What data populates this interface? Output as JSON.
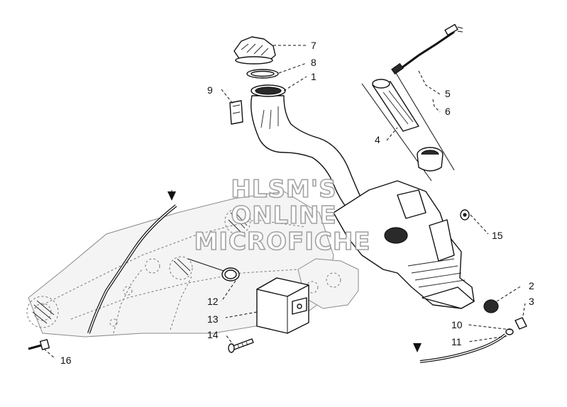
{
  "watermark": {
    "lines": [
      "HLSM'S",
      "ONLINE",
      "MICROFICHE"
    ],
    "color": "#9a9a9a"
  },
  "callouts": [
    {
      "id": "1",
      "text": "1"
    },
    {
      "id": "2",
      "text": "2"
    },
    {
      "id": "3",
      "text": "3"
    },
    {
      "id": "4",
      "text": "4"
    },
    {
      "id": "5",
      "text": "5"
    },
    {
      "id": "6",
      "text": "6"
    },
    {
      "id": "7",
      "text": "7"
    },
    {
      "id": "8",
      "text": "8"
    },
    {
      "id": "9",
      "text": "9"
    },
    {
      "id": "10",
      "text": "10"
    },
    {
      "id": "11",
      "text": "11"
    },
    {
      "id": "12",
      "text": "12"
    },
    {
      "id": "13",
      "text": "13"
    },
    {
      "id": "14",
      "text": "14"
    },
    {
      "id": "15",
      "text": "15"
    },
    {
      "id": "16",
      "text": "16"
    }
  ],
  "colors": {
    "line": "#111111",
    "ghost": "#777777",
    "background": "#ffffff"
  }
}
